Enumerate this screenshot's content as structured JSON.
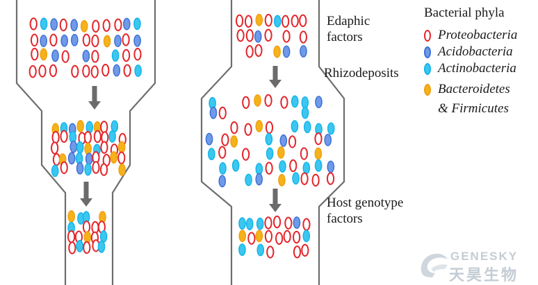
{
  "labels": {
    "edaphic": "Edaphic",
    "factors_1": "factors",
    "rhizodeposits": "Rhizodeposits",
    "host_genotype": "Host genotype",
    "factors_2": "factors"
  },
  "legend": {
    "title": "Bacterial phyla",
    "items": [
      {
        "label": "Proteobacteria",
        "color": "#e3262c",
        "fill": "#ffffff"
      },
      {
        "label": "Acidobacteria",
        "color": "#3b6fd4",
        "fill": "#6f9ae8"
      },
      {
        "label": "Actinobacteria",
        "color": "#12b5e8",
        "fill": "#3cc6f0"
      },
      {
        "label": "Bacteroidetes",
        "color": "#f0a10f",
        "fill": "#f5b21b"
      }
    ],
    "continuation": "& Firmicutes"
  },
  "watermark": {
    "brand_en": "GENESKY",
    "brand_cn": "天昊生物"
  },
  "colors": {
    "outline": "#6d6d6d",
    "arrow": "#6b6b6b"
  }
}
